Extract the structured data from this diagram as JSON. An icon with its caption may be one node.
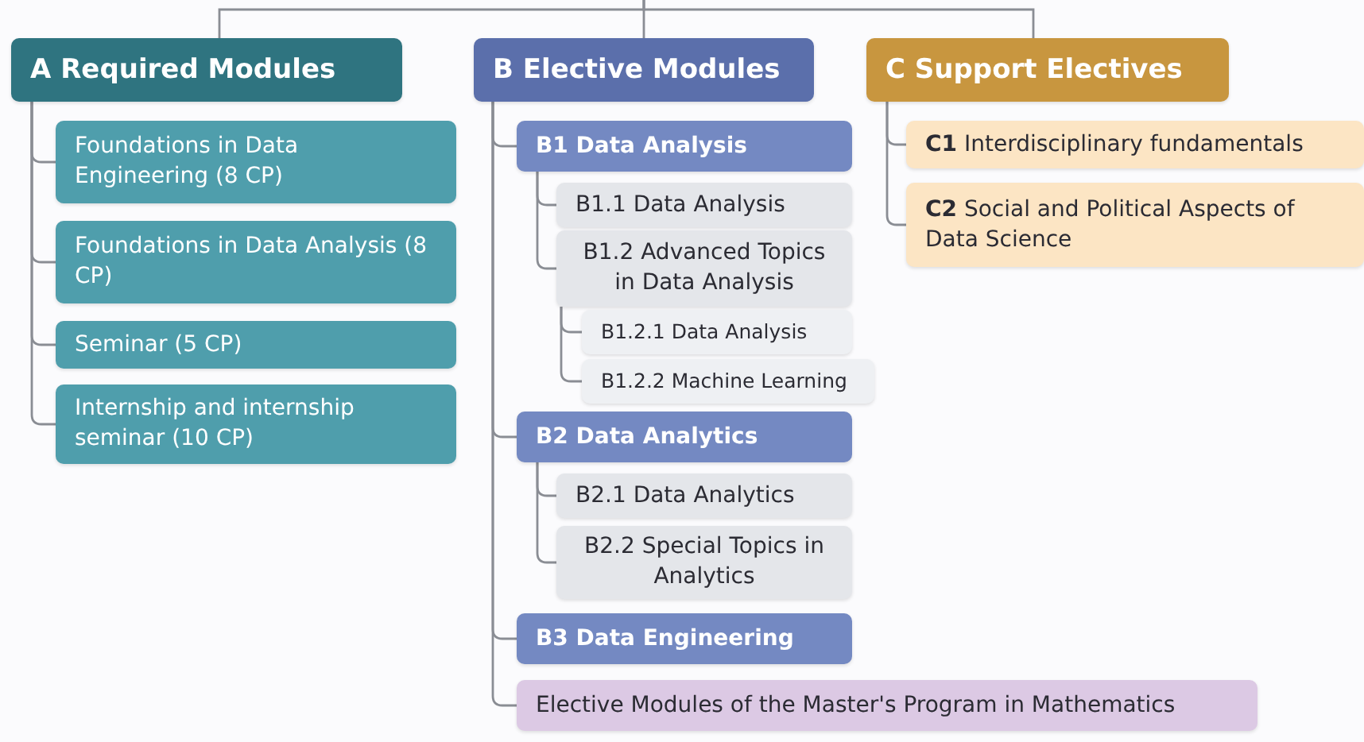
{
  "diagram": {
    "nodes": [
      {
        "text": [
          "A Required Modules"
        ]
      },
      {
        "text": [
          "Foundations in Data Engineering (8 CP)"
        ]
      },
      {
        "text": [
          "Foundations in Data Analysis (8 CP)"
        ]
      },
      {
        "text": [
          "Seminar (5 CP)"
        ]
      },
      {
        "text": [
          "Internship and internship seminar (10 CP)"
        ]
      },
      {
        "text": [
          "B Elective Modules"
        ]
      },
      {
        "text": [
          "B1 Data Analysis"
        ]
      },
      {
        "text": [
          "B1.1 Data Analysis"
        ]
      },
      {
        "text": [
          "B1.2 Advanced Topics in Data Analysis"
        ]
      },
      {
        "text": [
          "B1.2.1 Data Analysis"
        ]
      },
      {
        "text": [
          "B1.2.2 Machine Learning"
        ]
      },
      {
        "text": [
          "B2 Data Analytics"
        ]
      },
      {
        "text": [
          "B2.1 Data Analytics"
        ]
      },
      {
        "text": [
          "B2.2 Special Topics in Analytics"
        ]
      },
      {
        "text": [
          "B3 Data Engineering"
        ]
      },
      {
        "text": [
          "Elective Modules of the Master's Program in Mathematics"
        ]
      },
      {
        "text": [
          "C Support Electives"
        ]
      },
      {
        "text": [
          "**C1** Interdisciplinary fundamentals"
        ]
      },
      {
        "text": [
          "**C2** Social and Political Aspects of Data Science"
        ]
      }
    ],
    "edges": [
      {
        "from": null,
        "to": 0,
        "arrow": "none"
      },
      {
        "from": null,
        "to": 5,
        "arrow": "none"
      },
      {
        "from": null,
        "to": 16,
        "arrow": "none"
      },
      {
        "from": 0,
        "to": 1,
        "arrow": "none"
      },
      {
        "from": 0,
        "to": 2,
        "arrow": "none"
      },
      {
        "from": 0,
        "to": 3,
        "arrow": "none"
      },
      {
        "from": 0,
        "to": 4,
        "arrow": "none"
      },
      {
        "from": 5,
        "to": 6,
        "arrow": "none"
      },
      {
        "from": 6,
        "to": 7,
        "arrow": "none"
      },
      {
        "from": 6,
        "to": 8,
        "arrow": "none"
      },
      {
        "from": 8,
        "to": 9,
        "arrow": "none"
      },
      {
        "from": 8,
        "to": 10,
        "arrow": "none"
      },
      {
        "from": 5,
        "to": 11,
        "arrow": "none"
      },
      {
        "from": 11,
        "to": 12,
        "arrow": "none"
      },
      {
        "from": 11,
        "to": 13,
        "arrow": "none"
      },
      {
        "from": 5,
        "to": 14,
        "arrow": "none"
      },
      {
        "from": 5,
        "to": 15,
        "arrow": "none"
      },
      {
        "from": 16,
        "to": 17,
        "arrow": "none"
      },
      {
        "from": 16,
        "to": 18,
        "arrow": "none"
      }
    ]
  }
}
